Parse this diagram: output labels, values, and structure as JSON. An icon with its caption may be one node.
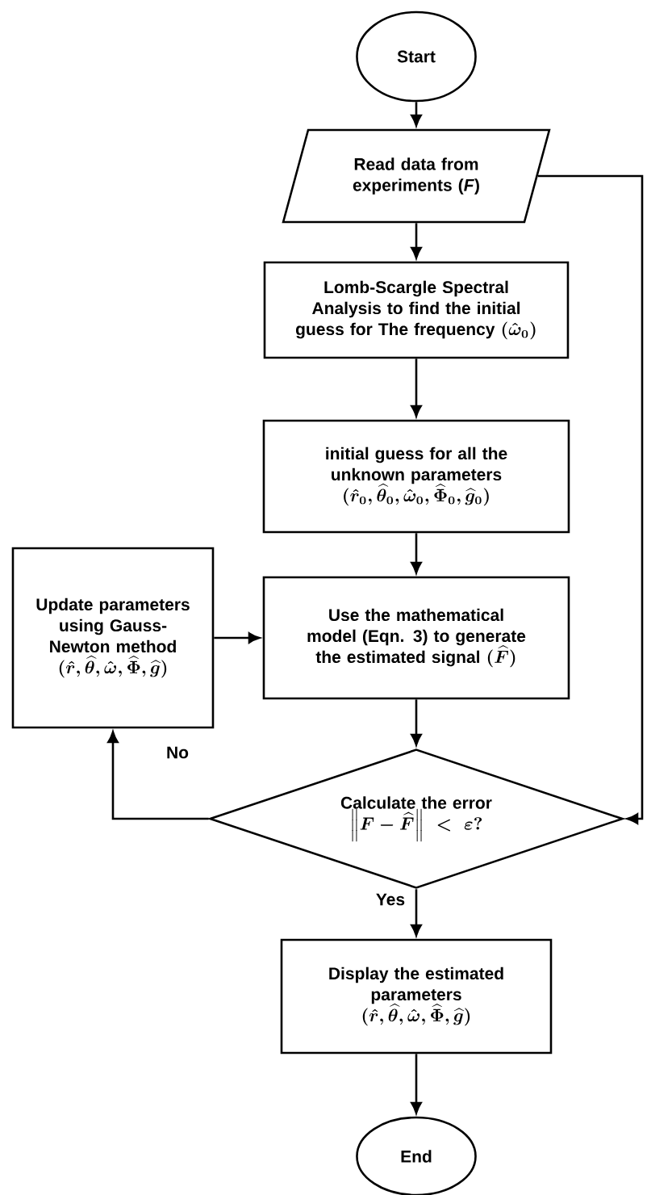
{
  "diagram": {
    "nodes": [
      {
        "text": [
          "Start"
        ]
      },
      {
        "text": [
          "Read data from experiments (*F*)"
        ]
      },
      {
        "text": [
          "Lomb-Scargle Spectral Analysis to find the initial guess for The frequency",
          "(\\hat{\\omega}_0)"
        ]
      },
      {
        "text": [
          "initial guess for all the unknown parameters",
          "(\\hat{r}_0, \\widehat{\\theta}_0, \\hat{\\omega}_0, \\widehat{\\Phi}_0, \\widehat{g}_0)"
        ]
      },
      {
        "text": [
          "Use the mathematical model (Eqn. 3) to generate the estimated signal",
          "(\\widehat{F})"
        ]
      },
      {
        "text": [
          "Update parameters using Gauss-Newton method",
          "(\\hat{r}, \\widehat{\\theta}, \\hat{\\omega}, \\widehat{\\Phi}, \\widehat{g})"
        ]
      },
      {
        "text": [
          "Calculate the error",
          "\\left\\|F-\\widehat{F}\\right\\| < \\varepsilon ?"
        ]
      },
      {
        "text": [
          "Display the estimated parameters",
          "(\\hat{r}, \\widehat{\\theta}, \\hat{\\omega}, \\widehat{\\Phi}, \\widehat{g})"
        ]
      },
      {
        "text": [
          "End"
        ]
      }
    ],
    "edges": [
      {
        "from": 0,
        "to": 1,
        "arrow": "to"
      },
      {
        "from": 1,
        "to": 2,
        "arrow": "to"
      },
      {
        "from": 2,
        "to": 3,
        "arrow": "to"
      },
      {
        "from": 3,
        "to": 4,
        "arrow": "to"
      },
      {
        "from": 4,
        "to": 6,
        "arrow": "to"
      },
      {
        "from": 6,
        "to": 5,
        "arrow": "to",
        "label": "No"
      },
      {
        "from": 5,
        "to": 4,
        "arrow": "to"
      },
      {
        "from": 6,
        "to": 7,
        "arrow": "to",
        "label": "Yes"
      },
      {
        "from": 7,
        "to": 8,
        "arrow": "to"
      },
      {
        "from": 1,
        "to": 6,
        "arrow": "to"
      }
    ]
  }
}
